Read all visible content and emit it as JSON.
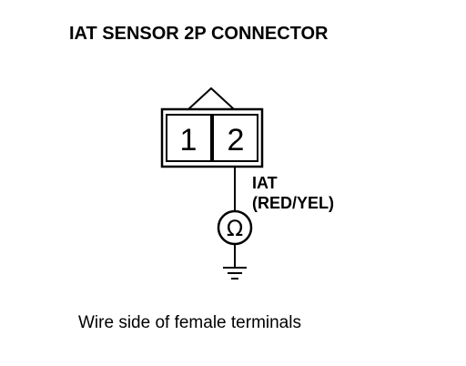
{
  "diagram": {
    "title": "IAT SENSOR 2P CONNECTOR",
    "connector": {
      "pins": [
        {
          "number": "1"
        },
        {
          "number": "2"
        }
      ]
    },
    "signal": {
      "name": "IAT",
      "wire_color": "(RED/YEL)"
    },
    "meter_symbol": "Ω",
    "caption": "Wire side of female terminals"
  }
}
